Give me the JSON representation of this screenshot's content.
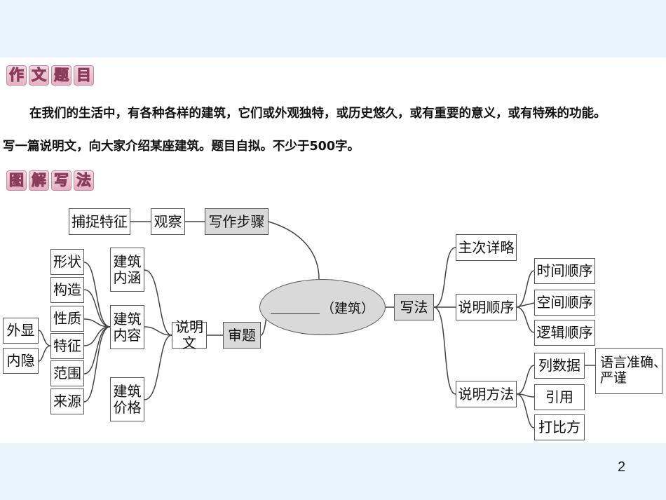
{
  "heading1": [
    "作",
    "文",
    "题",
    "目"
  ],
  "heading2": [
    "图",
    "解",
    "写",
    "法"
  ],
  "prompt_line1": "在我们的生活中，有各种各样的建筑，它们或外观独特，或历史悠久，或有重要的意义，或有特殊的功能。",
  "prompt_line2": "写一篇说明文，向大家介绍某座建筑。题目自拟。不少于500字。",
  "center_label": "（建筑）",
  "nodes": {
    "capture": "捕捉特征",
    "observe": "观察",
    "steps": "写作步骤",
    "shape": "形状",
    "structure": "构造",
    "nature": "性质",
    "feature": "特征",
    "scope": "范围",
    "source": "来源",
    "outer": "外显",
    "inner": "内隐",
    "connotation": "建筑\n内涵",
    "content": "建筑\n内容",
    "value": "建筑\n价格",
    "expository": "说明文",
    "review": "审题",
    "method": "写法",
    "main_minor": "主次详略",
    "order": "说明顺序",
    "time_order": "时间顺序",
    "space_order": "空间顺序",
    "logic_order": "逻辑顺序",
    "ways": "说明方法",
    "data": "列数据",
    "quote": "引用",
    "analogy": "打比方",
    "language": "语言准确、\n严谨"
  },
  "page_number": "2"
}
